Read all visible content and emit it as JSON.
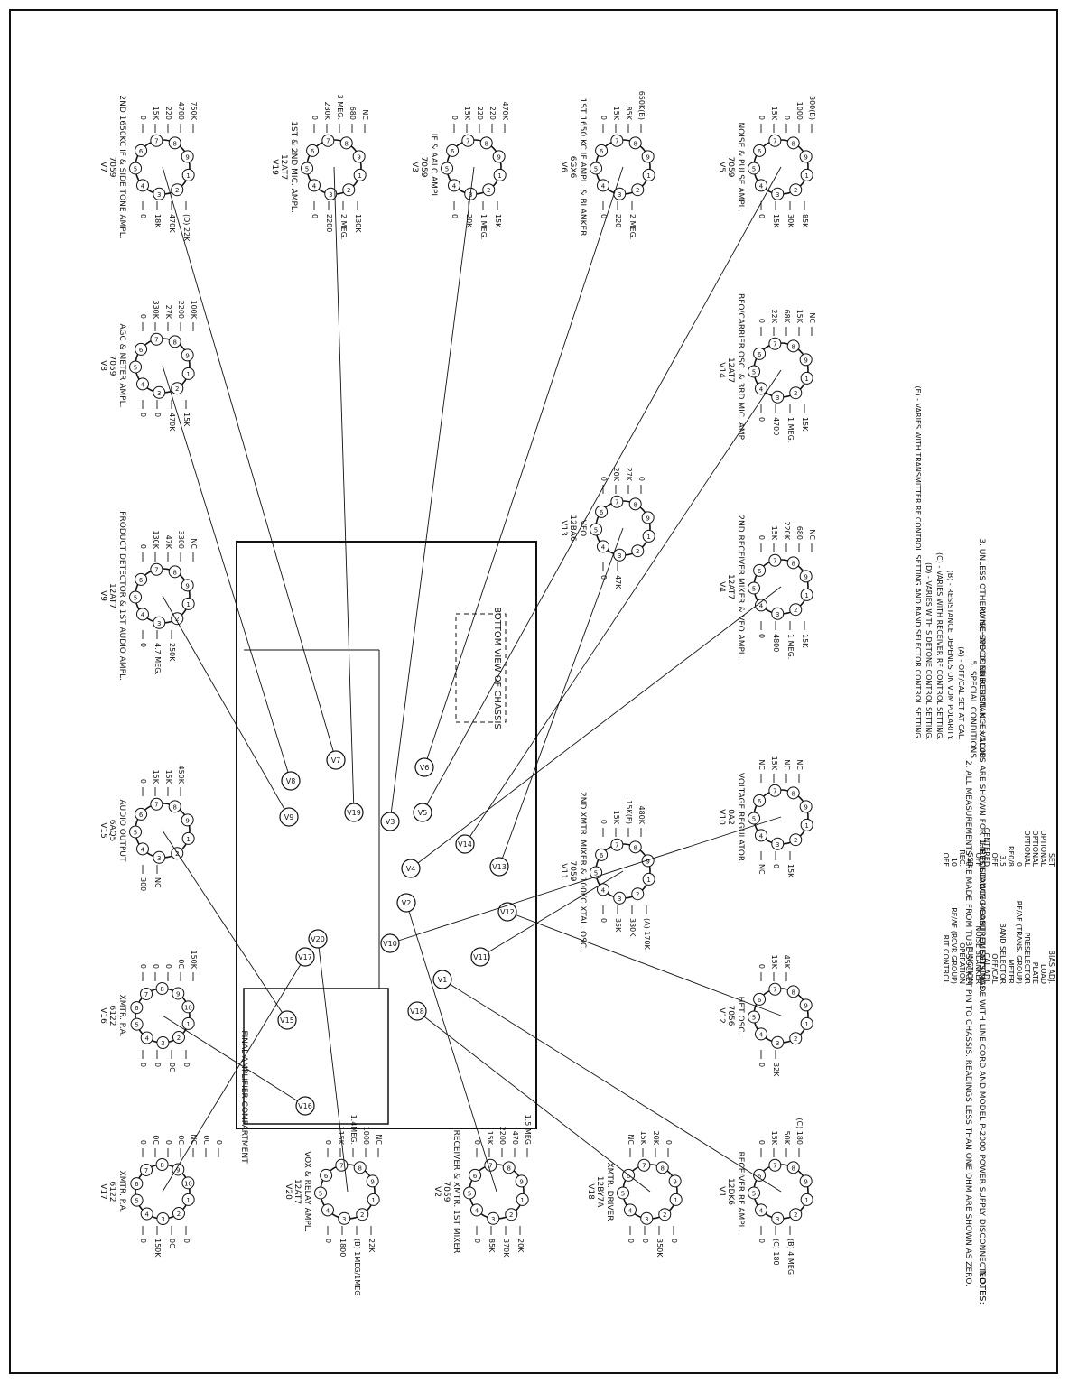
{
  "title": "",
  "chassis_label": "BOTTOM VIEW OF CHASSIS",
  "compartment_label": "FINAL AMPLIFIER COMPARTMENT",
  "tubes": [
    {
      "ref": "V17",
      "type": "6122",
      "function": "XMTR. P.A.",
      "left": [
        "0",
        "150K",
        "0C",
        "0"
      ],
      "right": [
        "0",
        "0C",
        "0",
        "0C",
        "NC",
        "0C",
        "0"
      ]
    },
    {
      "ref": "V16",
      "type": "6122",
      "function": "XMTR. P.A.",
      "left": [
        "0",
        "0",
        "0C",
        "0"
      ],
      "right": [
        "0",
        "0",
        "0",
        "0C",
        "150K"
      ]
    },
    {
      "ref": "V15",
      "type": "6AQ5",
      "function": "AUDIO OUTPUT",
      "left": [
        "300",
        "NC"
      ],
      "right": [
        "0",
        "15K",
        "15K",
        "450K"
      ]
    },
    {
      "ref": "V20",
      "type": "12AT7",
      "function": "VOX & RELAY AMPL.",
      "left": [
        "0",
        "1800",
        "(B) 1MEG/1MEG",
        "22K"
      ],
      "right": [
        "0",
        "115K",
        "1.4MEG.",
        "1000",
        "NC"
      ]
    },
    {
      "ref": "V2",
      "type": "7059",
      "function": "RECEIVER & XMTR. 1ST MIXER",
      "left": [
        "0",
        "85K",
        "370K",
        "20K"
      ],
      "right": [
        "0",
        "15K",
        "2200",
        "470",
        "1.5 MEG"
      ]
    },
    {
      "ref": "V18",
      "type": "12BY7A",
      "function": "XMTR. DRIVER",
      "left": [
        "0",
        "0",
        "350K",
        "0"
      ],
      "right": [
        "NC",
        "15K",
        "20K",
        "0"
      ]
    },
    {
      "ref": "V1",
      "type": "12DK6",
      "function": "RECEIVER RF AMPL.",
      "left": [
        "0",
        "(C) 180",
        "(B) 4 MEG"
      ],
      "right": [
        "0",
        "15K",
        "50K",
        "(C) 180"
      ]
    },
    {
      "ref": "V12",
      "type": "7056",
      "function": "HET OSC.",
      "left": [
        "0",
        "32K"
      ],
      "right": [
        "0",
        "15K",
        "45K"
      ]
    },
    {
      "ref": "V11",
      "type": "7059",
      "function": "2ND XMTR. MIXER & 100KC XTAL. OSC.",
      "left": [
        "0",
        "35K",
        "330K",
        "(A) 170K"
      ],
      "right": [
        "0",
        "15K",
        "15K(E)",
        "480K"
      ]
    },
    {
      "ref": "V10",
      "type": "0A2",
      "function": "VOLTAGE REGULATOR",
      "left": [
        "NC",
        "0",
        "15K"
      ],
      "right": [
        "NC",
        "15K",
        "NC",
        "NC"
      ]
    },
    {
      "ref": "V9",
      "type": "12AT7",
      "function": "PRODUCT DETECTOR & 1ST AUDIO AMPL.",
      "left": [
        "0",
        "4.7 MEG.",
        "250K"
      ],
      "right": [
        "0",
        "130K",
        "47K",
        "3300",
        "NC"
      ]
    },
    {
      "ref": "V4",
      "type": "12AT7",
      "function": "2ND RECEIVER MIXER & VFO AMPL.",
      "left": [
        "0",
        "4800",
        "1 MEG.",
        "15K"
      ],
      "right": [
        "0",
        "15K",
        "220K",
        "680",
        "NC"
      ]
    },
    {
      "ref": "V8",
      "type": "7059",
      "function": "AGC & METER AMPL.",
      "left": [
        "0",
        "0",
        "470K",
        "15K"
      ],
      "right": [
        "0",
        "330K",
        "27K",
        "2200",
        "100K"
      ]
    },
    {
      "ref": "V13",
      "type": "12BA6",
      "function": "VFO",
      "left": [
        "0",
        "47K"
      ],
      "right": [
        "0",
        "20K",
        "27K",
        "0"
      ]
    },
    {
      "ref": "V14",
      "type": "12AT7",
      "function": "BFO/CARRIER OSC. & 3RD MIC. AMPL.",
      "left": [
        "0",
        "4700",
        "1 MEG.",
        "15K"
      ],
      "right": [
        "0",
        "22K",
        "68K",
        "15K",
        "NC"
      ]
    },
    {
      "ref": "V7",
      "type": "7059",
      "function": "2ND 1650KC IF & SIDE TONE AMPL.",
      "left": [
        "0",
        "18K",
        "470K",
        "(D) 22K"
      ],
      "right": [
        "0",
        "15K",
        "220",
        "4700",
        "750K"
      ]
    },
    {
      "ref": "V19",
      "type": "12AT7",
      "function": "1ST & 2ND MIC. AMPL.",
      "left": [
        "0",
        "2200",
        "2 MEG.",
        "130K"
      ],
      "right": [
        "0",
        "230K",
        "3 MEG.",
        "680",
        "NC"
      ]
    },
    {
      "ref": "V3",
      "type": "7059",
      "function": "IF & AALC AMPL.",
      "left": [
        "0",
        "20K",
        "1 MEG.",
        "15K"
      ],
      "right": [
        "0",
        "15K",
        "220",
        "220",
        "470K"
      ]
    },
    {
      "ref": "V6",
      "type": "6GX6",
      "function": "1ST 1650 KC IF AMPL. & BLANKER",
      "left": [
        "0",
        "220",
        "2 MEG."
      ],
      "right": [
        "0",
        "15K",
        "85K",
        "650K(B)"
      ]
    },
    {
      "ref": "V5",
      "type": "7059",
      "function": "NOISE & PULSE AMPL.",
      "left": [
        "0",
        "15K",
        "30K",
        "85K"
      ],
      "right": [
        "0",
        "15K",
        "0",
        "1000",
        "300(B)"
      ]
    }
  ],
  "chassis_sockets": [
    "V17",
    "V16",
    "V15",
    "V20",
    "V2",
    "V18",
    "V1",
    "V12",
    "V11",
    "V10",
    "V9",
    "V4",
    "V8",
    "V13",
    "V14",
    "V7",
    "V19",
    "V3",
    "V6",
    "V5"
  ],
  "notes": {
    "heading": "NOTES:",
    "n1": "1. RESISTANCE MEASUREMENTS MADE WITH LINE CORD AND MODEL P-2000 POWER SUPPLY DISCONNECTED.",
    "n2": "2. ALL MEASUREMENTS ARE MADE FROM TUBE SOCKET PIN TO CHASSIS. READINGS LESS THAN ONE OHM ARE SHOWN AS ZERO.",
    "n3": "3. UNLESS OTHERWISE SPECIFIED RESISTANCE VALUES ARE SHOWN FOR THE FOLLOWING CONTROL SETTINGS.",
    "settings": [
      {
        "control": "RIT CONTROL",
        "value": "OFF"
      },
      {
        "control": "RF/AF (RCVR GROUP)",
        "value": "10"
      },
      {
        "control": "OPERATION",
        "value": "REC."
      },
      {
        "control": "FUNCTION",
        "value": "SSB"
      },
      {
        "control": "NOISE BLANKER",
        "value": "OFF"
      },
      {
        "control": "CAL ADJ.",
        "value": "CENTERED"
      },
      {
        "control": "OFF/CAL",
        "value": "OFF"
      },
      {
        "control": "BAND SELECTOR",
        "value": "3.5"
      },
      {
        "control": "METER",
        "value": "RF0/8"
      },
      {
        "control": "RF/AF (TRANS. GROUP)",
        "value": "0"
      },
      {
        "control": "PRESELECTOR",
        "value": "OPTIONAL"
      },
      {
        "control": "PLATE",
        "value": "OPTIONAL"
      },
      {
        "control": "LOAD",
        "value": "OPTIONAL"
      },
      {
        "control": "BIAS ADJ.",
        "value": "SET"
      }
    ],
    "n4": "4. NC=NO CONNECTION.  K = x 1000",
    "n5": "5. SPECIAL CONDITIONS",
    "conditions": [
      "(A) - OFF/CAL SET AT CAL.",
      "(B) - RESISTANCE DEPENDS ON VOM POLARITY.",
      "(C) - VARIES WITH RECEIVER RF CONTROL SETTING.",
      "(D) - VARIES WITH SIDETONE CONTROL SETTING.",
      "(E) - VARIES WITH TRANSMITTER RF CONTROL SETTING AND BAND SELECTOR CONTROL SETTING."
    ]
  }
}
